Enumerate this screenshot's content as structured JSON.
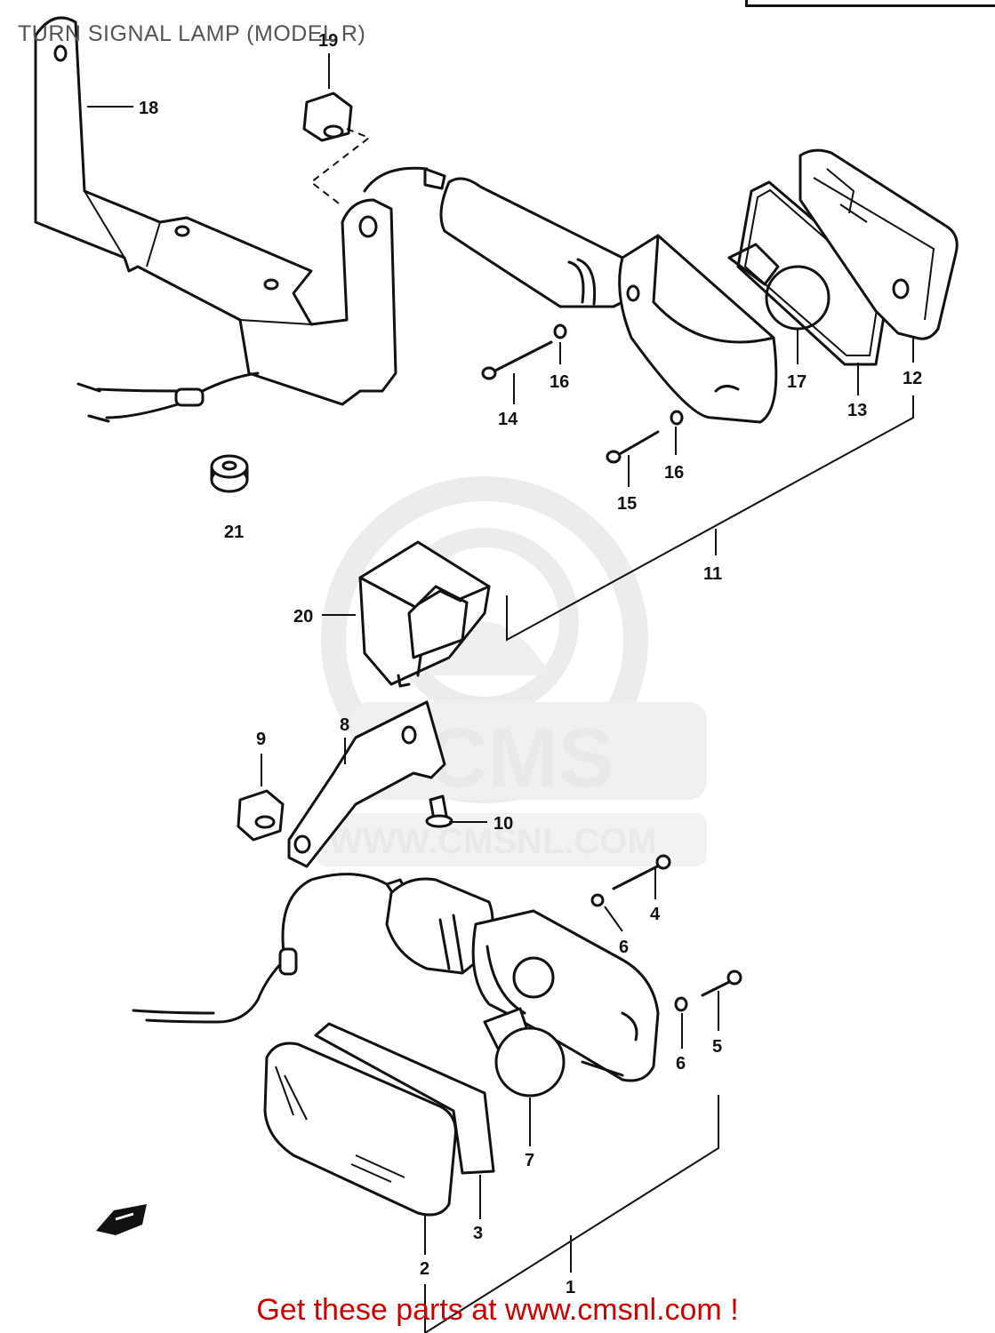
{
  "title": "TURN SIGNAL LAMP (MODEL R)",
  "footer": "Get these parts at www.cmsnl.com !",
  "watermark": {
    "brand": "CMS",
    "url": "WWW.CMSNL.COM"
  },
  "colors": {
    "footer": "#cc0000",
    "line": "#111111",
    "watermark": "#e9e9e9"
  },
  "callouts": [
    "1",
    "2",
    "3",
    "4",
    "5",
    "6",
    "6",
    "7",
    "8",
    "9",
    "10",
    "11",
    "12",
    "13",
    "14",
    "15",
    "16",
    "16",
    "17",
    "18",
    "19",
    "20",
    "21"
  ],
  "direction_arrow_icon": "arrow-left-icon"
}
